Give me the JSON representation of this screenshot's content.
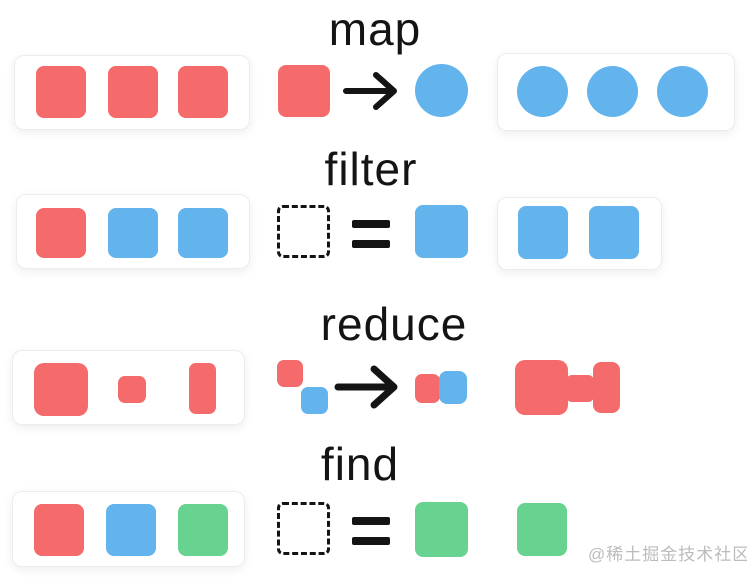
{
  "diagram": {
    "rows": [
      {
        "title": "map",
        "input_shapes": [
          "red-square",
          "red-square",
          "red-square"
        ],
        "rule": "red-square -> blue-circle",
        "output_shapes": [
          "blue-circle",
          "blue-circle",
          "blue-circle"
        ]
      },
      {
        "title": "filter",
        "input_shapes": [
          "red-square",
          "blue-square",
          "blue-square"
        ],
        "rule": "dashed-placeholder = blue-square",
        "output_shapes": [
          "blue-square",
          "blue-square"
        ]
      },
      {
        "title": "reduce",
        "input_shapes": [
          "red-square-large",
          "red-square-small",
          "red-bar-tall"
        ],
        "rule": "red-square + blue-square -> combined-pair",
        "output_shapes": [
          "red-merged-dumbbell"
        ]
      },
      {
        "title": "find",
        "input_shapes": [
          "red-square",
          "blue-square",
          "green-square"
        ],
        "rule": "dashed-placeholder = green-square",
        "output_shapes": [
          "green-square"
        ]
      }
    ]
  },
  "colors": {
    "red": "#f56a6a",
    "blue": "#63b3ed",
    "green": "#68d391"
  },
  "watermark": {
    "text": "@稀土掘金技术社区"
  }
}
